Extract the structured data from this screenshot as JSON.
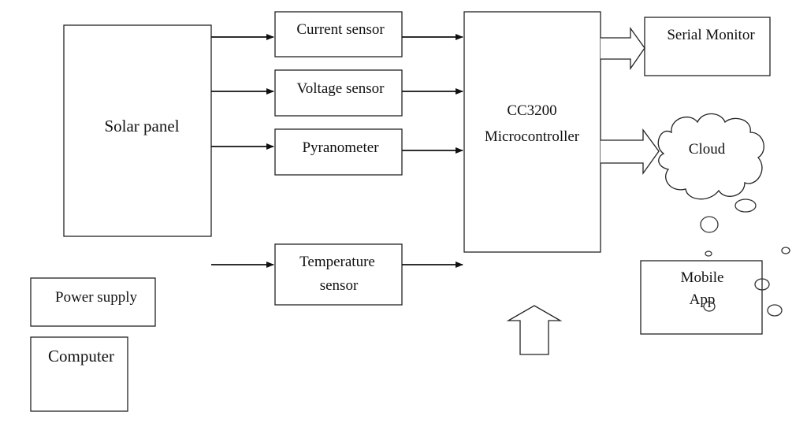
{
  "nodes": {
    "solar_panel": "Solar panel",
    "current_sensor": "Current sensor",
    "voltage_sensor": "Voltage sensor",
    "pyranometer": "Pyranometer",
    "temperature_sensor": [
      "Temperature",
      "sensor"
    ],
    "microcontroller": [
      "CC3200",
      "Microcontroller"
    ],
    "serial_monitor": "Serial Monitor",
    "cloud": "Cloud",
    "mobile_app": [
      "Mobile",
      "App"
    ],
    "power_supply": "Power supply",
    "computer": "Computer"
  }
}
